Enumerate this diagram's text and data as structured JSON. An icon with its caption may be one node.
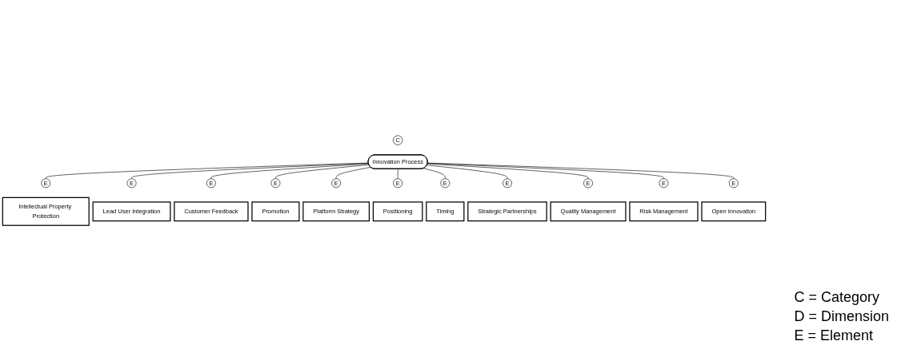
{
  "diagram": {
    "nodes": [
      {
        "text": [
          "C"
        ]
      },
      {
        "text": [
          "Innovation Process"
        ]
      },
      {
        "text": [
          "E"
        ]
      },
      {
        "text": [
          "Intellectual Property Protection"
        ]
      },
      {
        "text": [
          "E"
        ]
      },
      {
        "text": [
          "Lead User Integration"
        ]
      },
      {
        "text": [
          "E"
        ]
      },
      {
        "text": [
          "Customer Feedback"
        ]
      },
      {
        "text": [
          "E"
        ]
      },
      {
        "text": [
          "Promotion"
        ]
      },
      {
        "text": [
          "E"
        ]
      },
      {
        "text": [
          "Platform Strategy"
        ]
      },
      {
        "text": [
          "E"
        ]
      },
      {
        "text": [
          "Positioning"
        ]
      },
      {
        "text": [
          "E"
        ]
      },
      {
        "text": [
          "Timing"
        ]
      },
      {
        "text": [
          "E"
        ]
      },
      {
        "text": [
          "Strategic Partnerships"
        ]
      },
      {
        "text": [
          "E"
        ]
      },
      {
        "text": [
          "Quality Management"
        ]
      },
      {
        "text": [
          "E"
        ]
      },
      {
        "text": [
          "Risk Management"
        ]
      },
      {
        "text": [
          "E"
        ]
      },
      {
        "text": [
          "Open Innovation"
        ]
      }
    ],
    "edges": [
      {
        "from": 1,
        "to": 2,
        "arrow": "none"
      },
      {
        "from": 1,
        "to": 4,
        "arrow": "none"
      },
      {
        "from": 1,
        "to": 6,
        "arrow": "none"
      },
      {
        "from": 1,
        "to": 8,
        "arrow": "none"
      },
      {
        "from": 1,
        "to": 10,
        "arrow": "none"
      },
      {
        "from": 1,
        "to": 12,
        "arrow": "none"
      },
      {
        "from": 1,
        "to": 14,
        "arrow": "none"
      },
      {
        "from": 1,
        "to": 16,
        "arrow": "none"
      },
      {
        "from": 1,
        "to": 18,
        "arrow": "none"
      },
      {
        "from": 1,
        "to": 20,
        "arrow": "none"
      },
      {
        "from": 1,
        "to": 22,
        "arrow": "none"
      }
    ],
    "labels": [
      "C = Category",
      "D = Dimension",
      "E = Element"
    ]
  }
}
